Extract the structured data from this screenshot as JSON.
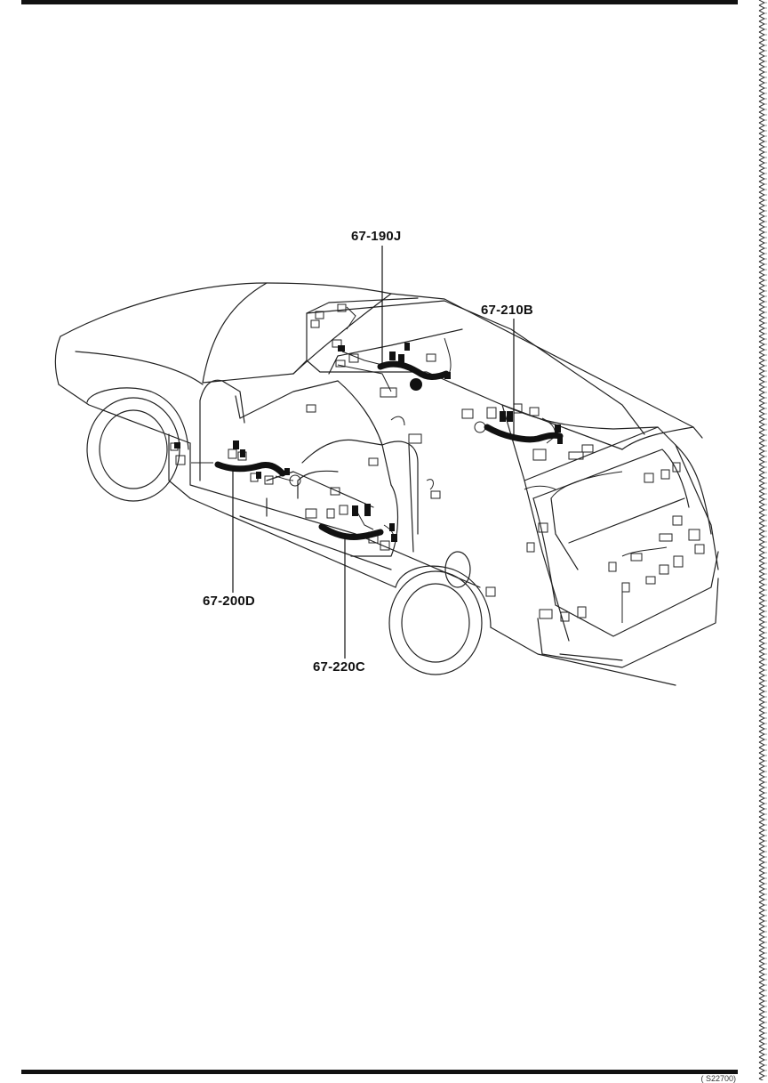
{
  "callouts": [
    {
      "id": "roof",
      "label": "67-190J"
    },
    {
      "id": "rear-roof",
      "label": "67-210B"
    },
    {
      "id": "front-floor",
      "label": "67-200D"
    },
    {
      "id": "rear-floor",
      "label": "67-220C"
    }
  ],
  "footer": {
    "ref": "( S22700)"
  },
  "colors": {
    "line": "#222222",
    "harness": "#111111",
    "background": "#ffffff"
  }
}
